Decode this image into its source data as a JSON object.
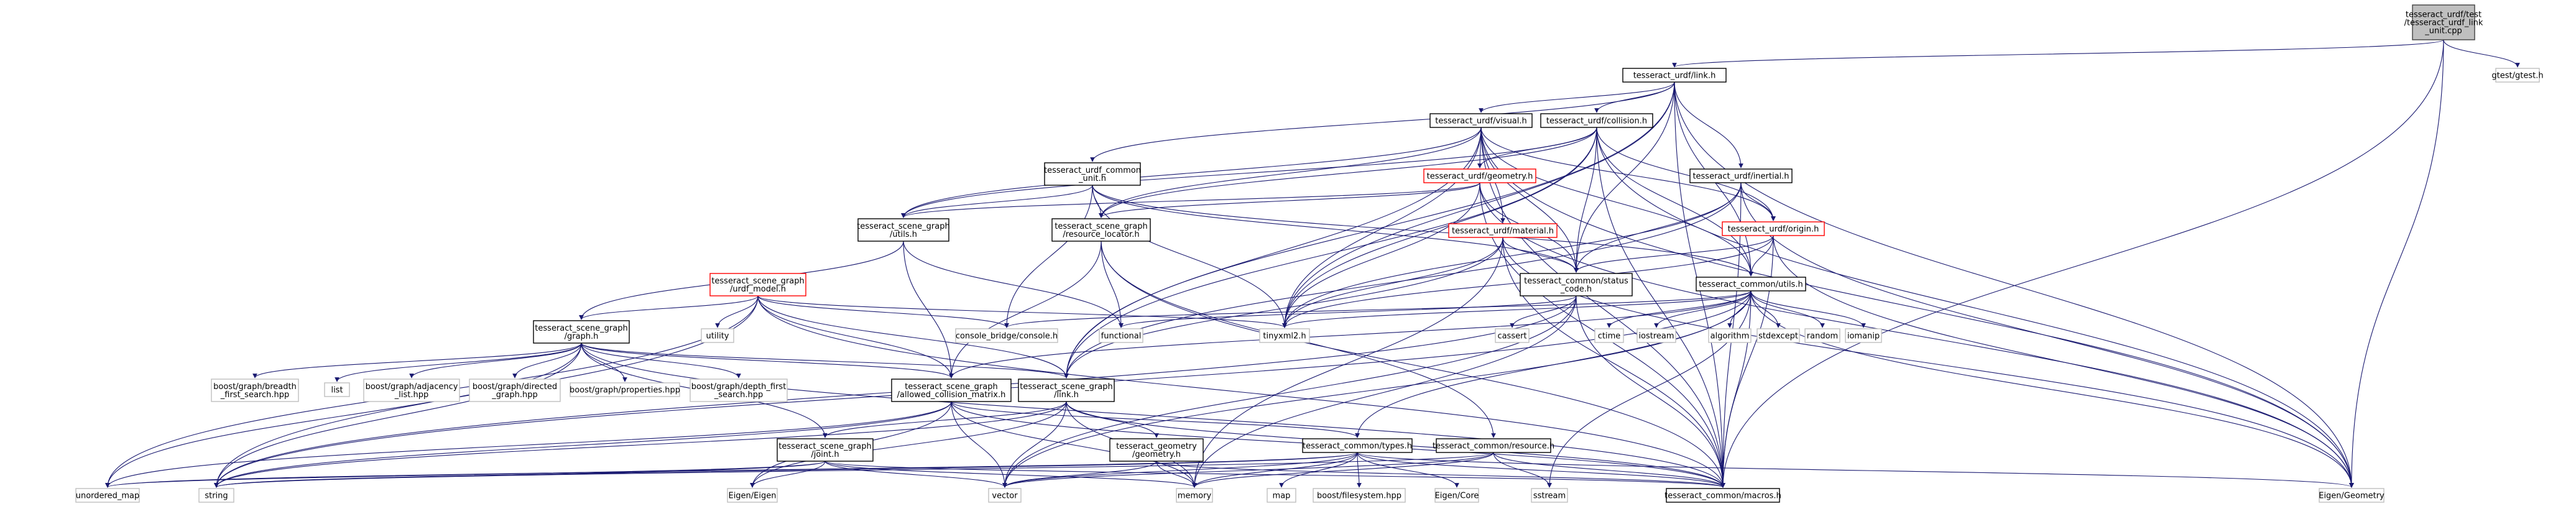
{
  "colors": {
    "node_border": "#000000",
    "node_fill": "#ffffff",
    "root_fill": "#bfbfbf",
    "root_border": "#404040",
    "redirect_border": "#ff0000",
    "unlinked_border": "#bfbfbf",
    "edge": "#191970",
    "edge_gray": "#8f8f8f"
  },
  "nodes": [
    {
      "id": "root",
      "lines": [
        "tesseract_urdf/test",
        "/tesseract_urdf_link",
        "_unit.cpp"
      ],
      "kind": "root"
    },
    {
      "id": "link_h",
      "lines": [
        "tesseract_urdf/link.h"
      ],
      "kind": "normal"
    },
    {
      "id": "gtest",
      "lines": [
        "gtest/gtest.h"
      ],
      "kind": "unlinked"
    },
    {
      "id": "visual_h",
      "lines": [
        "tesseract_urdf/visual.h"
      ],
      "kind": "normal"
    },
    {
      "id": "collision_h",
      "lines": [
        "tesseract_urdf/collision.h"
      ],
      "kind": "normal"
    },
    {
      "id": "common_unit",
      "lines": [
        "tesseract_urdf_common",
        "_unit.h"
      ],
      "kind": "normal"
    },
    {
      "id": "geometry_h",
      "lines": [
        "tesseract_urdf/geometry.h"
      ],
      "kind": "redirect"
    },
    {
      "id": "inertial_h",
      "lines": [
        "tesseract_urdf/inertial.h"
      ],
      "kind": "normal"
    },
    {
      "id": "sg_utils",
      "lines": [
        "tesseract_scene_graph",
        "/utils.h"
      ],
      "kind": "normal"
    },
    {
      "id": "res_locator",
      "lines": [
        "tesseract_scene_graph",
        "/resource_locator.h"
      ],
      "kind": "normal"
    },
    {
      "id": "origin_h",
      "lines": [
        "tesseract_urdf/origin.h"
      ],
      "kind": "redirect"
    },
    {
      "id": "material_h",
      "lines": [
        "tesseract_urdf/material.h"
      ],
      "kind": "redirect"
    },
    {
      "id": "urdf_model",
      "lines": [
        "tesseract_scene_graph",
        "/urdf_model.h"
      ],
      "kind": "redirect"
    },
    {
      "id": "status_code",
      "lines": [
        "tesseract_common/status",
        "_code.h"
      ],
      "kind": "normal"
    },
    {
      "id": "common_utils",
      "lines": [
        "tesseract_common/utils.h"
      ],
      "kind": "normal"
    },
    {
      "id": "graph_h",
      "lines": [
        "tesseract_scene_graph",
        "/graph.h"
      ],
      "kind": "normal"
    },
    {
      "id": "utility",
      "lines": [
        "utility"
      ],
      "kind": "unlinked"
    },
    {
      "id": "console_bridge",
      "lines": [
        "console_bridge/console.h"
      ],
      "kind": "unlinked"
    },
    {
      "id": "tinyxml2",
      "lines": [
        "tinyxml2.h"
      ],
      "kind": "unlinked"
    },
    {
      "id": "functional",
      "lines": [
        "functional"
      ],
      "kind": "unlinked"
    },
    {
      "id": "cassert",
      "lines": [
        "cassert"
      ],
      "kind": "unlinked"
    },
    {
      "id": "ctime",
      "lines": [
        "ctime"
      ],
      "kind": "unlinked"
    },
    {
      "id": "iostream",
      "lines": [
        "iostream"
      ],
      "kind": "unlinked"
    },
    {
      "id": "algorithm",
      "lines": [
        "algorithm"
      ],
      "kind": "unlinked"
    },
    {
      "id": "stdexcept",
      "lines": [
        "stdexcept"
      ],
      "kind": "unlinked"
    },
    {
      "id": "random",
      "lines": [
        "random"
      ],
      "kind": "unlinked"
    },
    {
      "id": "iomanip",
      "lines": [
        "iomanip"
      ],
      "kind": "unlinked"
    },
    {
      "id": "boost_bfs",
      "lines": [
        "boost/graph/breadth",
        "_first_search.hpp"
      ],
      "kind": "unlinked"
    },
    {
      "id": "list",
      "lines": [
        "list"
      ],
      "kind": "unlinked"
    },
    {
      "id": "boost_adj",
      "lines": [
        "boost/graph/adjacency",
        "_list.hpp"
      ],
      "kind": "unlinked"
    },
    {
      "id": "boost_directed",
      "lines": [
        "boost/graph/directed",
        "_graph.hpp"
      ],
      "kind": "unlinked"
    },
    {
      "id": "boost_props",
      "lines": [
        "boost/graph/properties.hpp"
      ],
      "kind": "unlinked"
    },
    {
      "id": "boost_dfs",
      "lines": [
        "boost/graph/depth_first",
        "_search.hpp"
      ],
      "kind": "unlinked"
    },
    {
      "id": "acm_h",
      "lines": [
        "tesseract_scene_graph",
        "/allowed_collision_matrix.h"
      ],
      "kind": "normal"
    },
    {
      "id": "sg_link",
      "lines": [
        "tesseract_scene_graph",
        "/link.h"
      ],
      "kind": "normal"
    },
    {
      "id": "sg_joint",
      "lines": [
        "tesseract_scene_graph",
        "/joint.h"
      ],
      "kind": "normal"
    },
    {
      "id": "geo_geometry",
      "lines": [
        "tesseract_geometry",
        "/geometry.h"
      ],
      "kind": "normal"
    },
    {
      "id": "common_types",
      "lines": [
        "tesseract_common/types.h"
      ],
      "kind": "normal"
    },
    {
      "id": "common_resource",
      "lines": [
        "tesseract_common/resource.h"
      ],
      "kind": "normal"
    },
    {
      "id": "unordered_map",
      "lines": [
        "unordered_map"
      ],
      "kind": "unlinked"
    },
    {
      "id": "string",
      "lines": [
        "string"
      ],
      "kind": "unlinked"
    },
    {
      "id": "eigen_eigen",
      "lines": [
        "Eigen/Eigen"
      ],
      "kind": "unlinked"
    },
    {
      "id": "vector",
      "lines": [
        "vector"
      ],
      "kind": "unlinked"
    },
    {
      "id": "memory",
      "lines": [
        "memory"
      ],
      "kind": "unlinked"
    },
    {
      "id": "map",
      "lines": [
        "map"
      ],
      "kind": "unlinked"
    },
    {
      "id": "boost_fs",
      "lines": [
        "boost/filesystem.hpp"
      ],
      "kind": "unlinked"
    },
    {
      "id": "eigen_core",
      "lines": [
        "Eigen/Core"
      ],
      "kind": "unlinked"
    },
    {
      "id": "sstream",
      "lines": [
        "sstream"
      ],
      "kind": "unlinked"
    },
    {
      "id": "common_macros",
      "lines": [
        "tesseract_common/macros.h"
      ],
      "kind": "normal"
    },
    {
      "id": "eigen_geometry",
      "lines": [
        "Eigen/Geometry"
      ],
      "kind": "unlinked"
    }
  ],
  "edges": [
    [
      "root",
      "link_h"
    ],
    [
      "root",
      "gtest"
    ],
    [
      "root",
      "common_macros"
    ],
    [
      "root",
      "eigen_geometry"
    ],
    [
      "link_h",
      "visual_h"
    ],
    [
      "link_h",
      "collision_h"
    ],
    [
      "link_h",
      "inertial_h"
    ],
    [
      "link_h",
      "common_unit"
    ],
    [
      "link_h",
      "tinyxml2"
    ],
    [
      "link_h",
      "status_code"
    ],
    [
      "link_h",
      "common_utils"
    ],
    [
      "link_h",
      "sg_link"
    ],
    [
      "link_h",
      "common_macros"
    ],
    [
      "link_h",
      "eigen_geometry"
    ],
    [
      "visual_h",
      "geometry_h"
    ],
    [
      "visual_h",
      "material_h"
    ],
    [
      "visual_h",
      "origin_h"
    ],
    [
      "visual_h",
      "sg_utils"
    ],
    [
      "visual_h",
      "res_locator"
    ],
    [
      "visual_h",
      "status_code"
    ],
    [
      "visual_h",
      "tinyxml2"
    ],
    [
      "visual_h",
      "common_utils"
    ],
    [
      "visual_h",
      "sg_link"
    ],
    [
      "visual_h",
      "common_macros"
    ],
    [
      "visual_h",
      "eigen_geometry"
    ],
    [
      "collision_h",
      "geometry_h"
    ],
    [
      "collision_h",
      "origin_h"
    ],
    [
      "collision_h",
      "sg_utils"
    ],
    [
      "collision_h",
      "res_locator"
    ],
    [
      "collision_h",
      "status_code"
    ],
    [
      "collision_h",
      "tinyxml2"
    ],
    [
      "collision_h",
      "common_utils"
    ],
    [
      "collision_h",
      "common_macros"
    ],
    [
      "collision_h",
      "eigen_geometry"
    ],
    [
      "collision_h",
      "sg_link"
    ],
    [
      "common_unit",
      "sg_utils"
    ],
    [
      "common_unit",
      "res_locator"
    ],
    [
      "common_unit",
      "console_bridge"
    ],
    [
      "common_unit",
      "tinyxml2"
    ],
    [
      "common_unit",
      "status_code"
    ],
    [
      "common_unit",
      "common_utils"
    ],
    [
      "geometry_h",
      "res_locator"
    ],
    [
      "geometry_h",
      "sg_utils"
    ],
    [
      "geometry_h",
      "status_code"
    ],
    [
      "geometry_h",
      "tinyxml2"
    ],
    [
      "geometry_h",
      "common_macros"
    ],
    [
      "geometry_h",
      "eigen_geometry"
    ],
    [
      "inertial_h",
      "origin_h"
    ],
    [
      "inertial_h",
      "status_code"
    ],
    [
      "inertial_h",
      "tinyxml2"
    ],
    [
      "inertial_h",
      "common_macros"
    ],
    [
      "inertial_h",
      "eigen_geometry"
    ],
    [
      "inertial_h",
      "sg_link"
    ],
    [
      "sg_utils",
      "graph_h"
    ],
    [
      "sg_utils",
      "acm_h"
    ],
    [
      "sg_utils",
      "functional"
    ],
    [
      "res_locator",
      "functional"
    ],
    [
      "res_locator",
      "acm_h"
    ],
    [
      "res_locator",
      "common_resource"
    ],
    [
      "res_locator",
      "common_macros"
    ],
    [
      "origin_h",
      "status_code"
    ],
    [
      "origin_h",
      "common_utils"
    ],
    [
      "origin_h",
      "tinyxml2"
    ],
    [
      "origin_h",
      "common_macros"
    ],
    [
      "origin_h",
      "eigen_geometry"
    ],
    [
      "material_h",
      "status_code"
    ],
    [
      "material_h",
      "tinyxml2"
    ],
    [
      "material_h",
      "common_macros"
    ],
    [
      "material_h",
      "eigen_geometry"
    ],
    [
      "material_h",
      "sg_link"
    ],
    [
      "material_h",
      "memory"
    ],
    [
      "urdf_model",
      "graph_h"
    ],
    [
      "urdf_model",
      "utility"
    ],
    [
      "urdf_model",
      "console_bridge"
    ],
    [
      "urdf_model",
      "tinyxml2"
    ],
    [
      "urdf_model",
      "acm_h"
    ],
    [
      "urdf_model",
      "sg_link"
    ],
    [
      "urdf_model",
      "unordered_map"
    ],
    [
      "urdf_model",
      "string"
    ],
    [
      "urdf_model",
      "common_macros"
    ],
    [
      "status_code",
      "functional"
    ],
    [
      "status_code",
      "cassert"
    ],
    [
      "status_code",
      "memory"
    ],
    [
      "status_code",
      "common_macros"
    ],
    [
      "status_code",
      "string"
    ],
    [
      "status_code",
      "vector"
    ],
    [
      "common_utils",
      "tinyxml2"
    ],
    [
      "common_utils",
      "console_bridge"
    ],
    [
      "common_utils",
      "ctime"
    ],
    [
      "common_utils",
      "iostream"
    ],
    [
      "common_utils",
      "algorithm"
    ],
    [
      "common_utils",
      "stdexcept"
    ],
    [
      "common_utils",
      "random"
    ],
    [
      "common_utils",
      "iomanip"
    ],
    [
      "common_utils",
      "common_types"
    ],
    [
      "common_utils",
      "common_macros"
    ],
    [
      "common_utils",
      "eigen_geometry"
    ],
    [
      "common_utils",
      "vector"
    ],
    [
      "common_utils",
      "string"
    ],
    [
      "common_utils",
      "sstream"
    ],
    [
      "common_utils",
      "acm_h"
    ],
    [
      "graph_h",
      "boost_bfs"
    ],
    [
      "graph_h",
      "list"
    ],
    [
      "graph_h",
      "boost_adj"
    ],
    [
      "graph_h",
      "boost_directed"
    ],
    [
      "graph_h",
      "boost_props"
    ],
    [
      "graph_h",
      "boost_dfs"
    ],
    [
      "graph_h",
      "acm_h"
    ],
    [
      "graph_h",
      "sg_link"
    ],
    [
      "graph_h",
      "sg_joint"
    ],
    [
      "graph_h",
      "unordered_map"
    ],
    [
      "graph_h",
      "string"
    ],
    [
      "graph_h",
      "common_macros"
    ],
    [
      "acm_h",
      "unordered_map"
    ],
    [
      "acm_h",
      "string"
    ],
    [
      "acm_h",
      "vector"
    ],
    [
      "acm_h",
      "memory"
    ],
    [
      "acm_h",
      "eigen_eigen"
    ],
    [
      "acm_h",
      "common_types"
    ],
    [
      "acm_h",
      "common_macros"
    ],
    [
      "sg_link",
      "sg_joint"
    ],
    [
      "sg_link",
      "geo_geometry"
    ],
    [
      "sg_link",
      "vector"
    ],
    [
      "sg_link",
      "memory"
    ],
    [
      "sg_link",
      "common_macros"
    ],
    [
      "sg_link",
      "eigen_eigen"
    ],
    [
      "sg_link",
      "string"
    ],
    [
      "sg_joint",
      "string"
    ],
    [
      "sg_joint",
      "memory"
    ],
    [
      "sg_joint",
      "vector"
    ],
    [
      "sg_joint",
      "eigen_eigen"
    ],
    [
      "sg_joint",
      "common_macros"
    ],
    [
      "sg_joint",
      "unordered_map"
    ],
    [
      "geo_geometry",
      "memory"
    ],
    [
      "geo_geometry",
      "vector"
    ],
    [
      "geo_geometry",
      "common_macros"
    ],
    [
      "common_types",
      "vector"
    ],
    [
      "common_types",
      "memory"
    ],
    [
      "common_types",
      "map"
    ],
    [
      "common_types",
      "boost_fs"
    ],
    [
      "common_types",
      "eigen_core"
    ],
    [
      "common_types",
      "common_macros"
    ],
    [
      "common_types",
      "eigen_geometry"
    ],
    [
      "common_types",
      "unordered_map"
    ],
    [
      "common_types",
      "string"
    ],
    [
      "common_resource",
      "vector"
    ],
    [
      "common_resource",
      "memory"
    ],
    [
      "common_resource",
      "sstream"
    ],
    [
      "common_resource",
      "common_macros"
    ],
    [
      "common_resource",
      "string"
    ]
  ]
}
